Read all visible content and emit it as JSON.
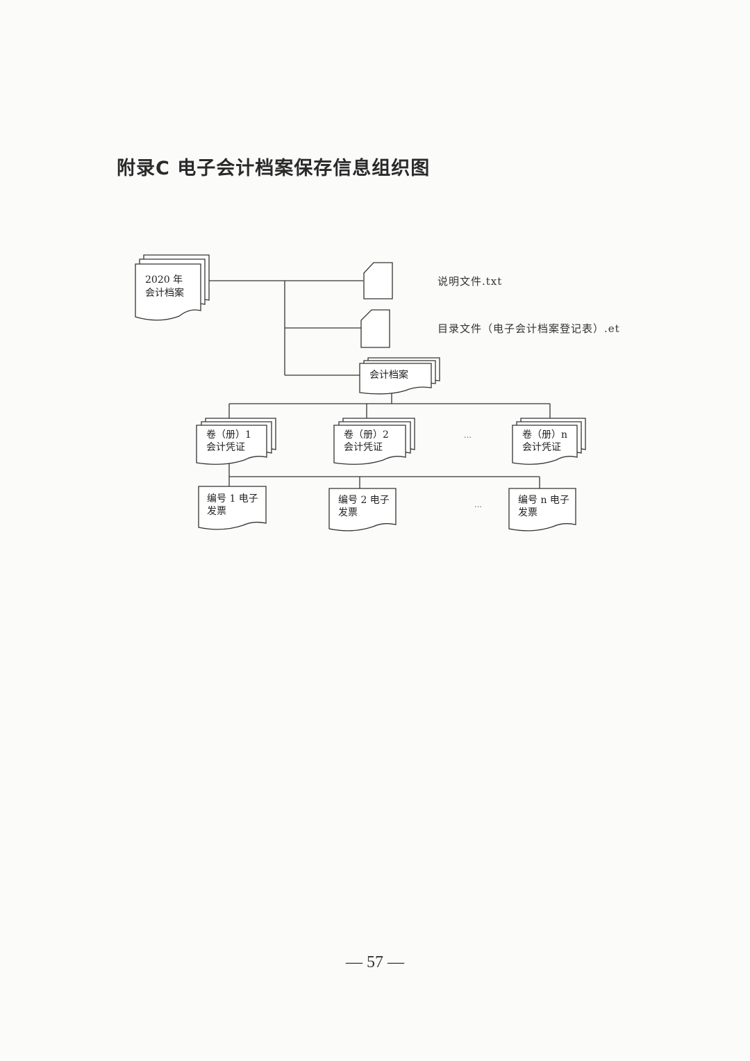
{
  "title": "附录C 电子会计档案保存信息组织图",
  "root": {
    "line1": "2020 年",
    "line2": "会计档案"
  },
  "files": {
    "readme": "说明文件.txt",
    "catalog": "目录文件（电子会计档案登记表）.et"
  },
  "archive": {
    "label": "会计档案"
  },
  "volumes": [
    {
      "line1": "卷（册）1",
      "line2": "会计凭证"
    },
    {
      "line1": "卷（册）2",
      "line2": "会计凭证"
    },
    {
      "line1": "卷（册）n",
      "line2": "会计凭证"
    }
  ],
  "invoices": [
    {
      "line1": "编号 1 电子",
      "line2": "发票"
    },
    {
      "line1": "编号 2 电子",
      "line2": "发票"
    },
    {
      "line1": "编号 n 电子",
      "line2": "发票"
    }
  ],
  "ellipsis": "…",
  "page_number": "— 57 —"
}
